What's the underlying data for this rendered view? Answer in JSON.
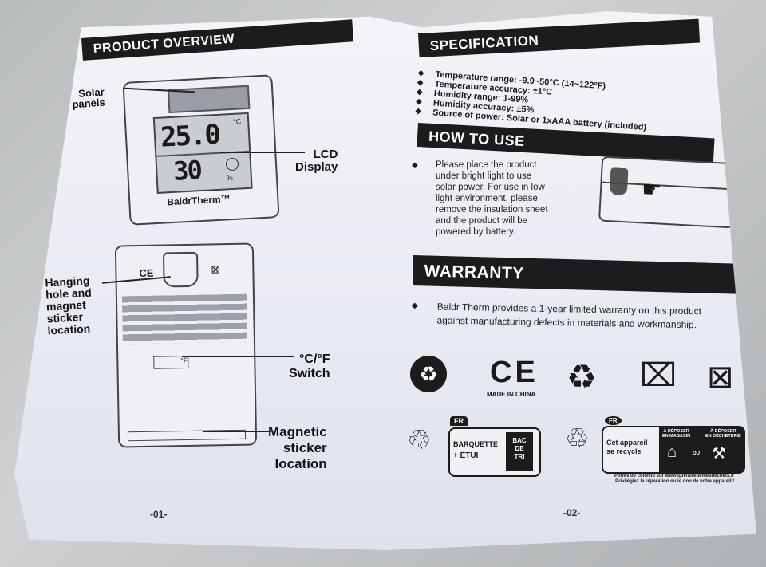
{
  "left_page": {
    "title": "PRODUCT OVERVIEW",
    "labels": {
      "solar": "Solar\npanels",
      "lcd": "LCD\nDisplay",
      "hanging": "Hanging\nhole and\nmagnet\nsticker\nlocation",
      "switch": "°C/°F\nSwitch",
      "magnetic": "Magnetic\nsticker\nlocation"
    },
    "device": {
      "temp": "25.0",
      "temp_unit": "°C",
      "humidity": "30",
      "humidity_unit": "%",
      "brand": "BaldrTherm™",
      "switch_label": "°F"
    },
    "page_number": "-01-"
  },
  "right_page": {
    "spec_title": "SPECIFICATION",
    "specs": [
      "Temperature range: -9.9~50°C (14~122°F)",
      "Temperature accuracy: ±1°C",
      "Humidity range: 1-99%",
      "Humidity accuracy: ±5%",
      "Source of power: Solar or 1xAAA battery (included)"
    ],
    "howto_title": "HOW TO USE",
    "howto_text": "Please place the product\nunder bright light to use\nsolar power. For use in low\nlight environment, please\nremove the insulation sheet\nand the product will be\npowered by battery.",
    "warranty_title": "WARRANTY",
    "warranty_text": "Baldr Therm provides a 1-year limited warranty on this product\nagainst manufacturing defects in materials and workmanship.",
    "ce_caption": "MADE IN CHINA",
    "triman": {
      "fr_tag": "FR",
      "barquette": "BARQUETTE",
      "etui": "+ ÉTUI",
      "bac": "BAC\nDE\nTRI",
      "fr_tag2": "FR",
      "appareil": "Cet appareil\nse recycle",
      "magasin": "À DÉPOSER\nEN MAGASIN",
      "dechetterie": "À DÉPOSER\nEN DÉCHETERIE",
      "ou": "OU",
      "footer": "Points de collecte sur www.quefairedemesdechets.fr\nPrivilégiez la réparation ou le don de votre appareil !"
    },
    "page_number": "-02-"
  }
}
